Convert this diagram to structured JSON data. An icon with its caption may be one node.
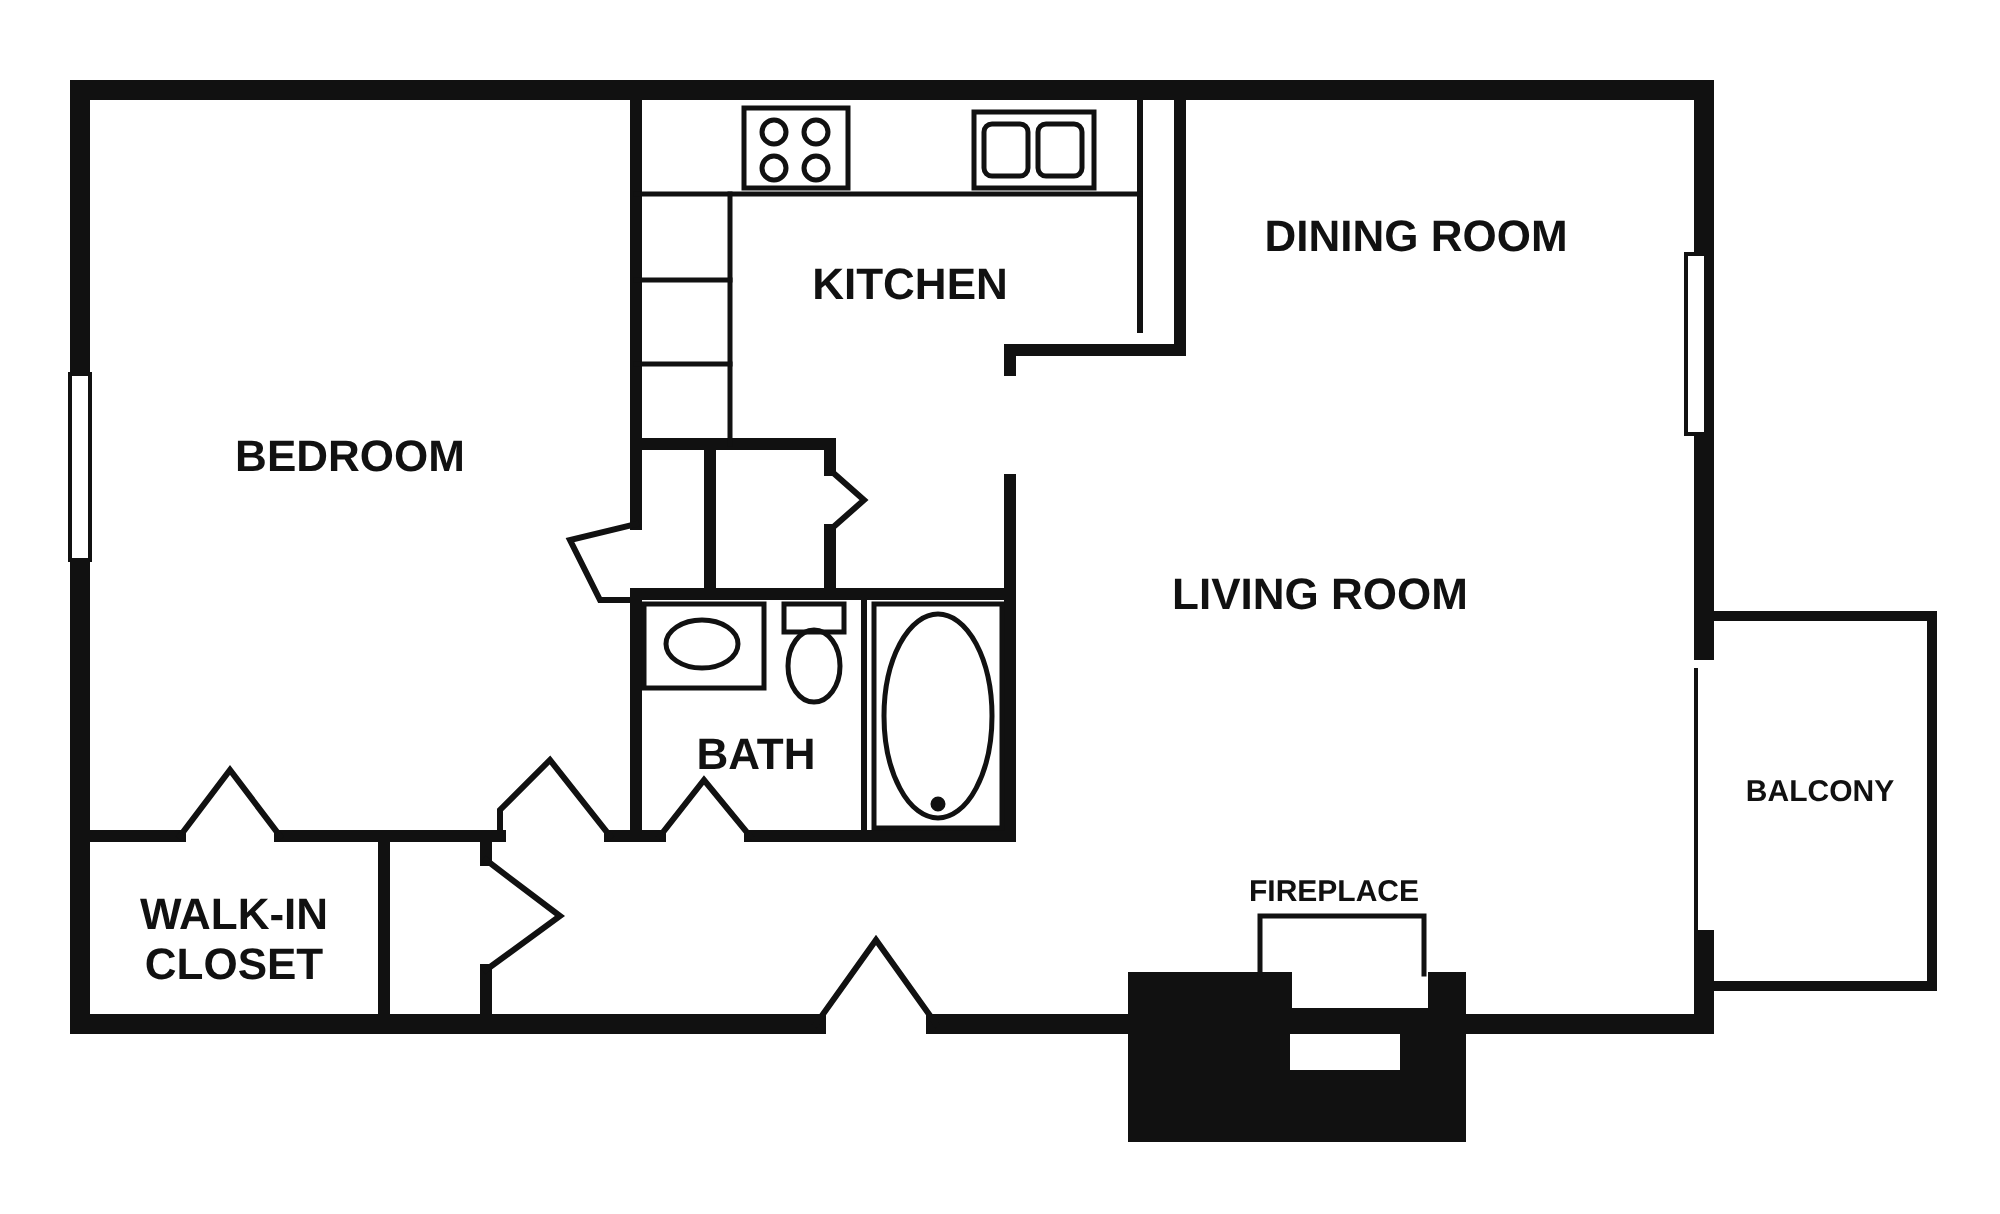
{
  "diagram": {
    "labels": [
      "KITCHEN",
      "DINING ROOM",
      "BEDROOM",
      "LIVING ROOM",
      "BATH",
      "BALCONY",
      "FIREPLACE",
      "WALK-IN CLOSET"
    ]
  }
}
